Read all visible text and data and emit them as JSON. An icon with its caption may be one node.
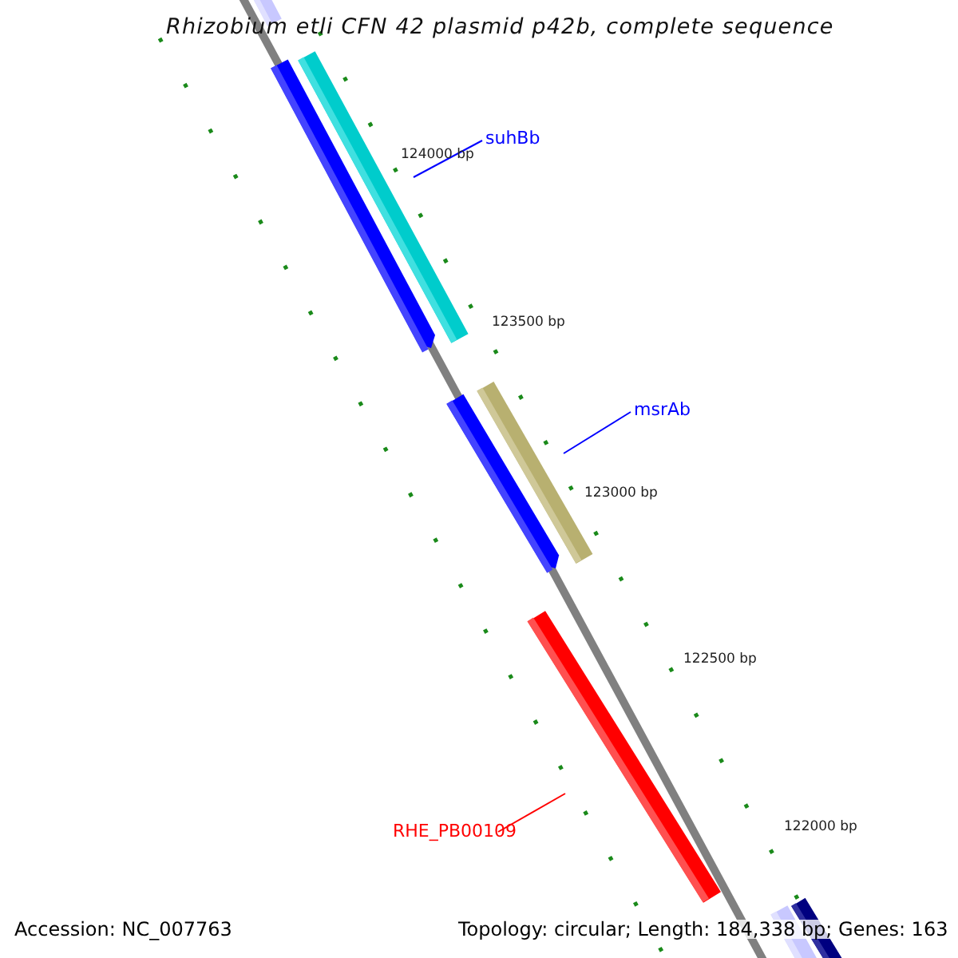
{
  "diagram": {
    "title": "Rhizobium etli CFN 42 plasmid p42b, complete sequence",
    "nodes": [
      {
        "text": [
          "suhBb"
        ]
      },
      {
        "text": [],
        "shape": "bar"
      },
      {
        "text": [
          "msrAb"
        ]
      },
      {
        "text": [],
        "shape": "bar"
      },
      {
        "text": [
          "RHE_PB00109"
        ]
      },
      {
        "text": [],
        "shape": "bar"
      }
    ],
    "edges": [
      {
        "from": 0,
        "to": 1,
        "arrow": "none"
      },
      {
        "from": 2,
        "to": 3,
        "arrow": "none"
      },
      {
        "from": 4,
        "to": 5,
        "arrow": "none",
        "color": "#ff0000"
      }
    ],
    "labels": [
      "124000 bp",
      "123500 bp",
      "123000 bp",
      "122500 bp",
      "122000 bp",
      "Accession: NC_007763",
      "Topology: circular; Length: 184,338 bp; Genes: 163"
    ]
  }
}
